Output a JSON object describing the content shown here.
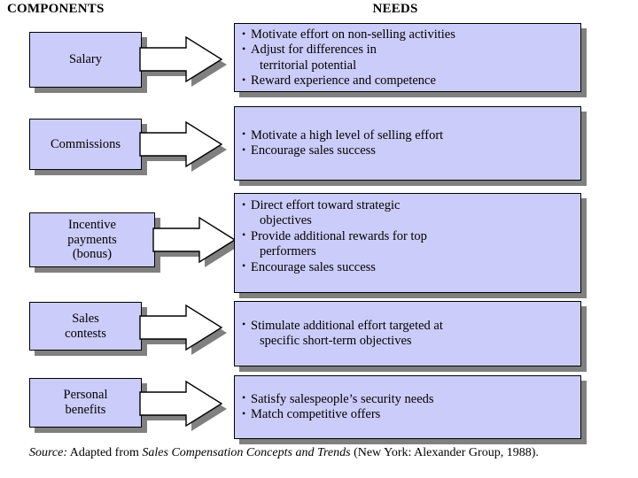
{
  "headers": {
    "components": "COMPONENTS",
    "needs": "NEEDS"
  },
  "colors": {
    "box_fill": "#ccccfa",
    "box_border": "#000000",
    "shadow": "#808080",
    "arrow_fill": "#ffffff",
    "arrow_stroke": "#000000",
    "page_background": "#ffffff",
    "text": "#000000"
  },
  "rows": [
    {
      "component": "Salary",
      "arrow_icon": "right-arrow-icon",
      "needs": [
        {
          "text": "Motivate effort on non-selling activities",
          "bullet": true
        },
        {
          "text": "Adjust for differences in",
          "bullet": true
        },
        {
          "text": "territorial potential",
          "bullet": false
        },
        {
          "text": "Reward experience and competence",
          "bullet": true
        }
      ]
    },
    {
      "component": "Commissions",
      "arrow_icon": "right-arrow-icon",
      "needs": [
        {
          "text": "Motivate a high level of selling effort",
          "bullet": true
        },
        {
          "text": "Encourage sales success",
          "bullet": true
        }
      ]
    },
    {
      "component": "Incentive payments (bonus)",
      "component_lines": [
        "Incentive",
        "payments",
        "(bonus)"
      ],
      "arrow_icon": "right-arrow-icon",
      "needs": [
        {
          "text": "Direct effort toward strategic",
          "bullet": true
        },
        {
          "text": "objectives",
          "bullet": false
        },
        {
          "text": "Provide additional rewards for top",
          "bullet": true
        },
        {
          "text": "performers",
          "bullet": false
        },
        {
          "text": "Encourage sales success",
          "bullet": true
        }
      ]
    },
    {
      "component": "Sales contests",
      "component_lines": [
        "Sales",
        "contests"
      ],
      "arrow_icon": "right-arrow-icon",
      "needs": [
        {
          "text": "Stimulate additional effort targeted at",
          "bullet": true
        },
        {
          "text": "specific short-term objectives",
          "bullet": false
        }
      ]
    },
    {
      "component": "Personal benefits",
      "component_lines": [
        "Personal",
        "benefits"
      ],
      "arrow_icon": "right-arrow-icon",
      "needs": [
        {
          "text": "Satisfy salespeople’s security needs",
          "bullet": true
        },
        {
          "text": "Match competitive offers",
          "bullet": true
        }
      ]
    }
  ],
  "source": {
    "label": "Source:",
    "lead": " Adapted from ",
    "title": "Sales Compensation Concepts and Trends",
    "tail": " (New York: Alexander Group, 1988)."
  }
}
